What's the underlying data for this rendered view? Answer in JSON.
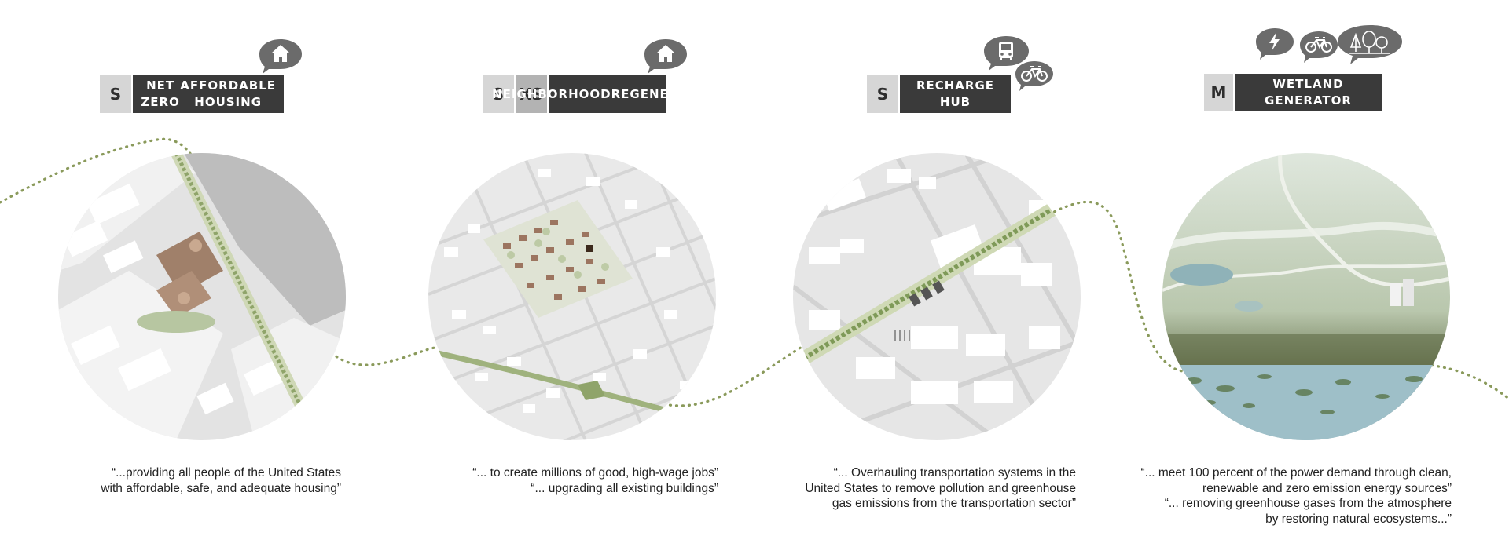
{
  "colors": {
    "path": "#8a9a5b",
    "title_bg": "#3a3a3a",
    "scale_bg": "#d6d6d6",
    "bubble": "#6b6b6b"
  },
  "strategies": [
    {
      "scales": [
        "S"
      ],
      "title_lines": [
        "NET ZERO",
        "AFFORDABLE HOUSING"
      ],
      "icons": [
        "house-icon"
      ],
      "quote_lines": [
        "“...providing all people of the United States",
        "with affordable, safe, and adequate housing”"
      ]
    },
    {
      "scales": [
        "S",
        "XS"
      ],
      "title_lines": [
        "NEIGHBORHOOD",
        "REGENERATION"
      ],
      "icons": [
        "house-icon"
      ],
      "quote_lines": [
        "“... to create millions of good, high-wage jobs”",
        "“... upgrading all existing buildings”"
      ]
    },
    {
      "scales": [
        "S"
      ],
      "title_lines": [
        "RECHARGE HUB"
      ],
      "icons": [
        "bus-icon",
        "bicycle-icon"
      ],
      "quote_lines": [
        "“... Overhauling transportation systems in the",
        "United States to remove pollution and greenhouse",
        "gas emissions from the transportation sector”"
      ]
    },
    {
      "scales": [
        "M"
      ],
      "title_lines": [
        "WETLAND GENERATOR"
      ],
      "icons": [
        "lightning-icon",
        "bicycle-icon",
        "trees-icon"
      ],
      "quote_lines": [
        "“... meet 100 percent of the power demand through clean,",
        "renewable and zero emission energy sources”",
        "“... removing greenhouse gases from the atmosphere",
        "by restoring natural ecosystems...”"
      ]
    }
  ]
}
